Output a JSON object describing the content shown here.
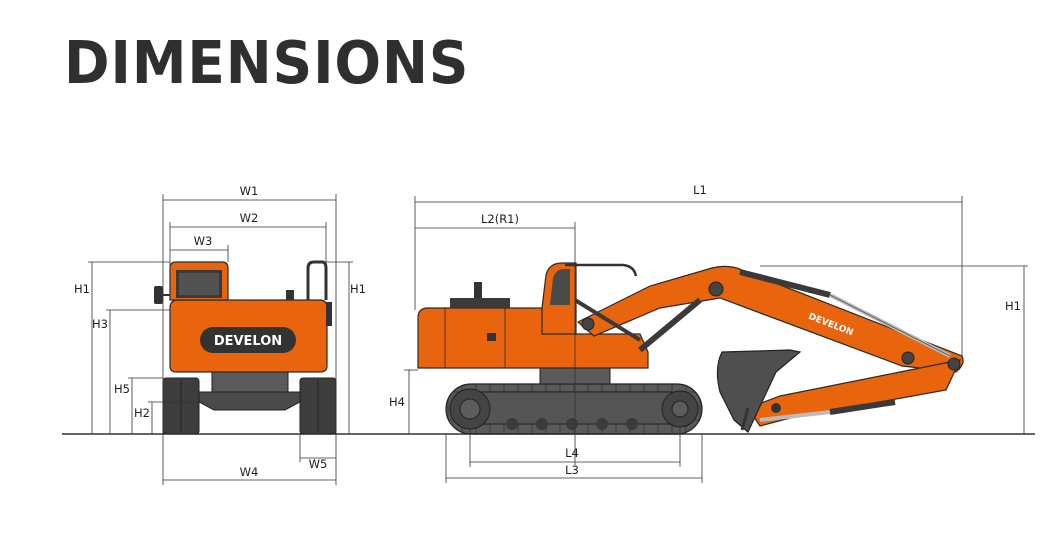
{
  "title": "DIMENSIONS",
  "brand": {
    "logo_text": "DEVELON",
    "body_color": "#e8650d",
    "dark_color": "#3a3a3a"
  },
  "front_view": {
    "labels": {
      "W1": "W1",
      "W2": "W2",
      "W3": "W3",
      "W4": "W4",
      "W5": "W5",
      "H1_left": "H1",
      "H1_right": "H1",
      "H2": "H2",
      "H3": "H3",
      "H5": "H5"
    }
  },
  "side_view": {
    "labels": {
      "L1": "L1",
      "L2": "L2(R1)",
      "L3": "L3",
      "L4": "L4",
      "H1": "H1",
      "H4": "H4"
    },
    "boom_logo": "DEVELON"
  }
}
